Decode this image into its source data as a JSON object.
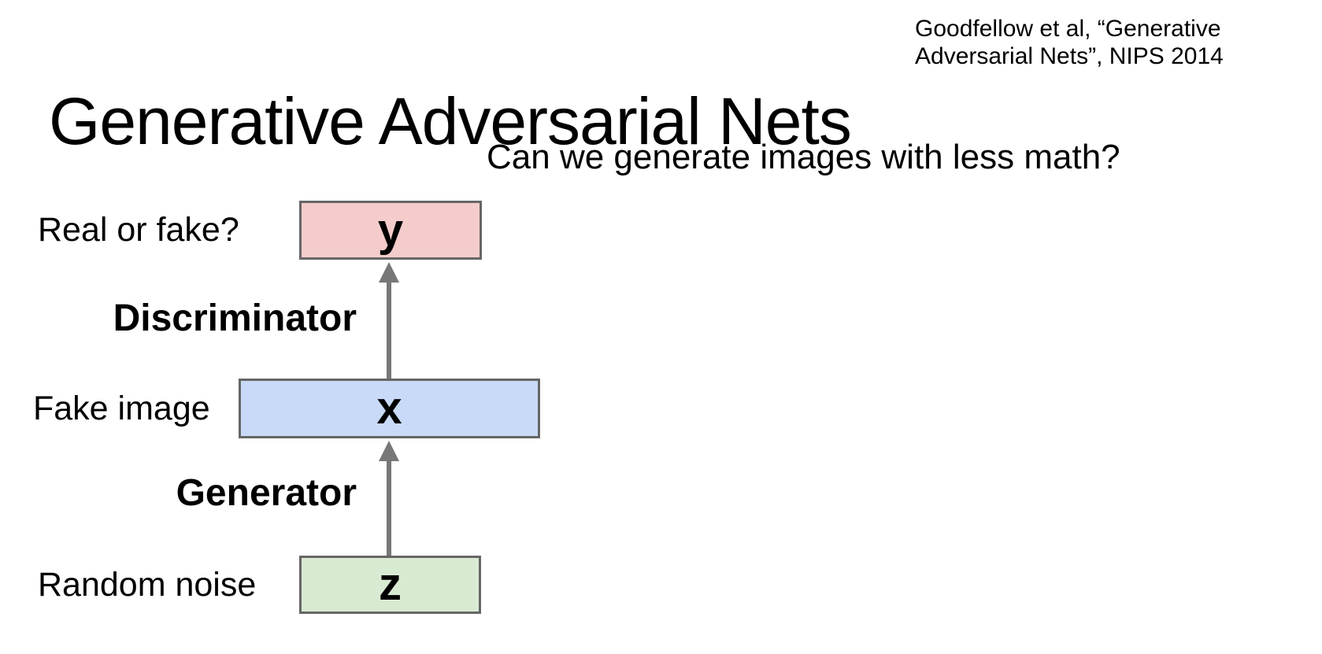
{
  "slide": {
    "title": "Generative Adversarial Nets",
    "citation": {
      "line1": "Goodfellow et al, “Generative",
      "line2": "Adversarial Nets”, NIPS 2014"
    },
    "question": "Can we generate images with less math?"
  },
  "diagram": {
    "nodes": [
      {
        "id": "y",
        "letter": "y",
        "caption": "Real or fake?",
        "fill": "#f4cccc"
      },
      {
        "id": "x",
        "letter": "x",
        "caption": "Fake image",
        "fill": "#c9daf8"
      },
      {
        "id": "z",
        "letter": "z",
        "caption": "Random noise",
        "fill": "#d9ead3"
      }
    ],
    "edges": [
      {
        "name": "Discriminator",
        "from": "x",
        "to": "y"
      },
      {
        "name": "Generator",
        "from": "z",
        "to": "x"
      }
    ],
    "box_border_color": "#666666",
    "arrow_color": "#777777"
  }
}
